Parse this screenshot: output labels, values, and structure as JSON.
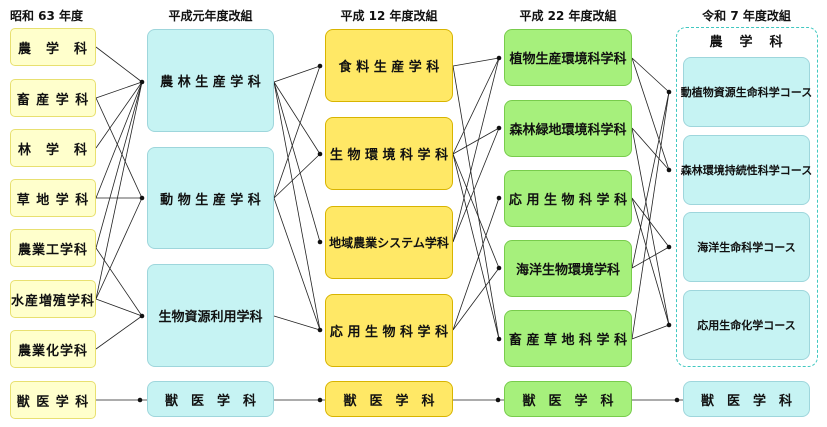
{
  "headers": {
    "col1": "昭和 63 年度",
    "col2": "平成元年度改組",
    "col3": "平成 12 年度改組",
    "col4": "平成 22 年度改組",
    "col5": "令和 7 年度改組"
  },
  "col1": [
    "農　学　科",
    "畜 産 学 科",
    "林　学　科",
    "草 地 学 科",
    "農業工学科",
    "水産増殖学科",
    "農業化学科",
    "獣 医 学 科"
  ],
  "col2": [
    "農 林 生 産 学 科",
    "動 物 生 産 学 科",
    "生物資源利用学科",
    "獣　医　学　科"
  ],
  "col3": [
    "食 料 生 産 学 科",
    "生 物 環 境 科 学 科",
    "地域農業システム学科",
    "応 用 生 物 科 学 科",
    "獣　医　学　科"
  ],
  "col4": [
    "植物生産環境科学科",
    "森林緑地環境科学科",
    "応 用 生 物 科 学 科",
    "海洋生物環境学科",
    "畜 産 草 地 科 学 科",
    "獣　医　学　科"
  ],
  "col5_group": "農　学　科",
  "col5": [
    "動植物資源生命科学コース",
    "森林環境持続性科学コース",
    "海洋生命科学コース",
    "応用生命化学コース",
    "獣　医　学　科"
  ]
}
